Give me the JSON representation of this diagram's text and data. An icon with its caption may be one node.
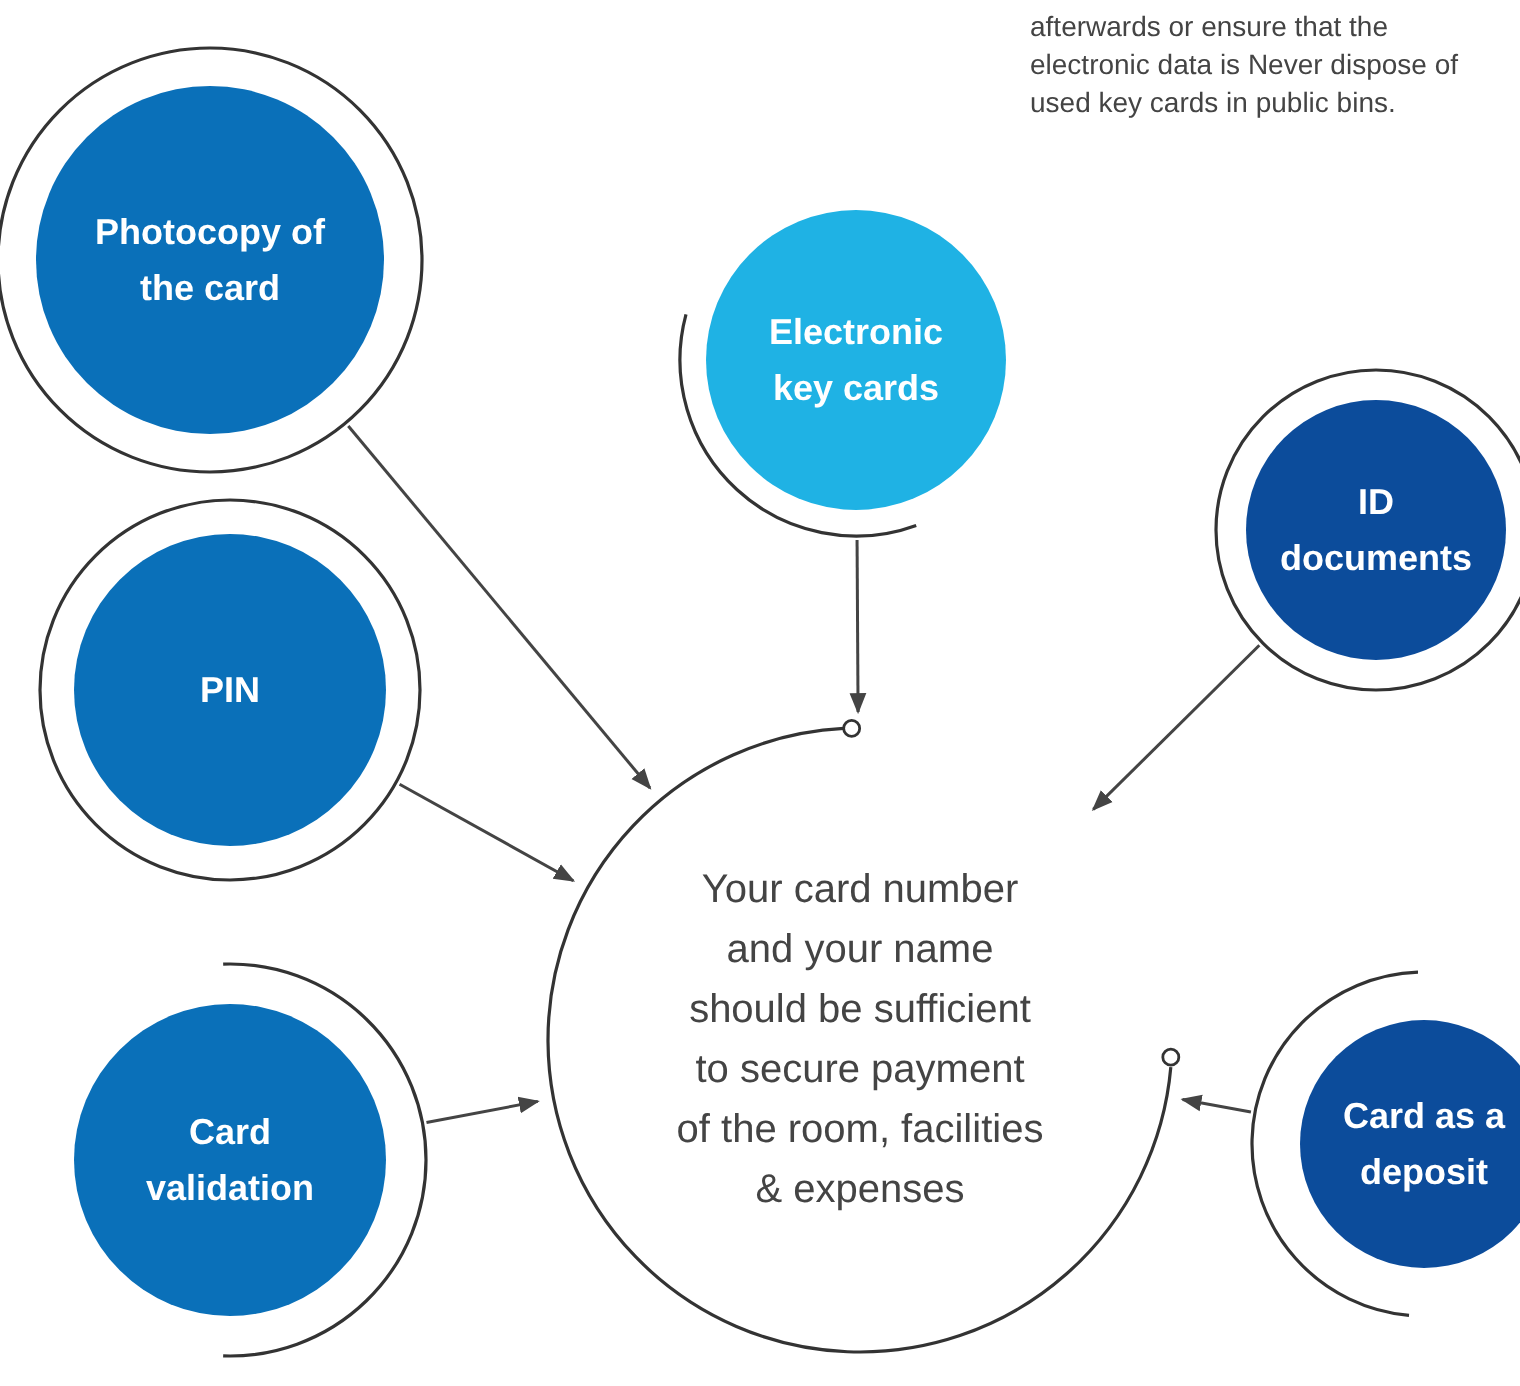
{
  "diagram": {
    "nodes": [
      {
        "text": [
          "Your card number and your name should be sufficient to secure payment of the room, facilities & expenses"
        ]
      },
      {
        "text": [
          "Photocopy of the card"
        ]
      },
      {
        "text": [
          "Electronic key cards"
        ]
      },
      {
        "text": [
          "ID documents"
        ]
      },
      {
        "text": [
          "PIN"
        ]
      },
      {
        "text": [
          "Card validation"
        ]
      },
      {
        "text": [
          "Card as a deposit"
        ]
      }
    ],
    "edges": [
      {
        "from": 1,
        "to": 0,
        "arrow": "to"
      },
      {
        "from": 2,
        "to": 0,
        "arrow": "to"
      },
      {
        "from": 3,
        "to": 0,
        "arrow": "to"
      },
      {
        "from": 4,
        "to": 0,
        "arrow": "to"
      },
      {
        "from": 5,
        "to": 0,
        "arrow": "to"
      },
      {
        "from": 6,
        "to": 0,
        "arrow": "to"
      }
    ],
    "labels": [
      "afterwards or ensure that the electronic data is Never dispose of used key cards in public bins."
    ]
  }
}
